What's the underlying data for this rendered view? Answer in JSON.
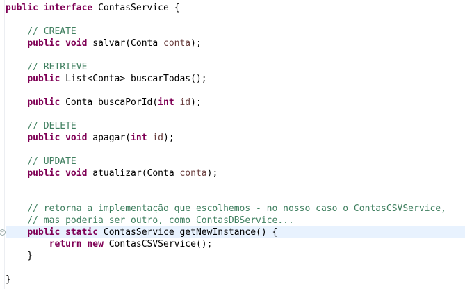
{
  "editor": {
    "lines": [
      [
        {
          "t": "public",
          "c": "kw"
        },
        {
          "t": " "
        },
        {
          "t": "interface",
          "c": "kw"
        },
        {
          "t": " ContasService {"
        }
      ],
      [],
      [
        {
          "t": "    "
        },
        {
          "t": "// CREATE",
          "c": "cm"
        }
      ],
      [
        {
          "t": "    "
        },
        {
          "t": "public",
          "c": "kw"
        },
        {
          "t": " "
        },
        {
          "t": "void",
          "c": "kw"
        },
        {
          "t": " salvar(Conta "
        },
        {
          "t": "conta",
          "c": "pr"
        },
        {
          "t": ");"
        }
      ],
      [],
      [
        {
          "t": "    "
        },
        {
          "t": "// RETRIEVE",
          "c": "cm"
        }
      ],
      [
        {
          "t": "    "
        },
        {
          "t": "public",
          "c": "kw"
        },
        {
          "t": " List<Conta> buscarTodas();"
        }
      ],
      [],
      [
        {
          "t": "    "
        },
        {
          "t": "public",
          "c": "kw"
        },
        {
          "t": " Conta buscaPorId("
        },
        {
          "t": "int",
          "c": "kw"
        },
        {
          "t": " "
        },
        {
          "t": "id",
          "c": "pr"
        },
        {
          "t": ");"
        }
      ],
      [],
      [
        {
          "t": "    "
        },
        {
          "t": "// DELETE",
          "c": "cm"
        }
      ],
      [
        {
          "t": "    "
        },
        {
          "t": "public",
          "c": "kw"
        },
        {
          "t": " "
        },
        {
          "t": "void",
          "c": "kw"
        },
        {
          "t": " apagar("
        },
        {
          "t": "int",
          "c": "kw"
        },
        {
          "t": " "
        },
        {
          "t": "id",
          "c": "pr"
        },
        {
          "t": ");"
        }
      ],
      [],
      [
        {
          "t": "    "
        },
        {
          "t": "// UPDATE",
          "c": "cm"
        }
      ],
      [
        {
          "t": "    "
        },
        {
          "t": "public",
          "c": "kw"
        },
        {
          "t": " "
        },
        {
          "t": "void",
          "c": "kw"
        },
        {
          "t": " atualizar(Conta "
        },
        {
          "t": "conta",
          "c": "pr"
        },
        {
          "t": ");"
        }
      ],
      [],
      [],
      [
        {
          "t": "    "
        },
        {
          "t": "// retorna a implementação que escolhemos - no nosso caso o ContasCSVService,",
          "c": "cm"
        }
      ],
      [
        {
          "t": "    "
        },
        {
          "t": "// mas poderia ser outro, como ContasDBService...",
          "c": "cm"
        }
      ],
      [
        {
          "t": "    "
        },
        {
          "t": "public",
          "c": "kw"
        },
        {
          "t": " "
        },
        {
          "t": "static",
          "c": "kw"
        },
        {
          "t": " ContasService getNewInstance() {"
        }
      ],
      [
        {
          "t": "        "
        },
        {
          "t": "return",
          "c": "kw"
        },
        {
          "t": " "
        },
        {
          "t": "new",
          "c": "kw"
        },
        {
          "t": " ContasCSVService();"
        }
      ],
      [
        {
          "t": "    }"
        }
      ],
      [],
      [
        {
          "t": "}"
        }
      ]
    ],
    "highlighted_line": 19,
    "fold_line": 19,
    "fold_icon": "collapse-icon"
  }
}
